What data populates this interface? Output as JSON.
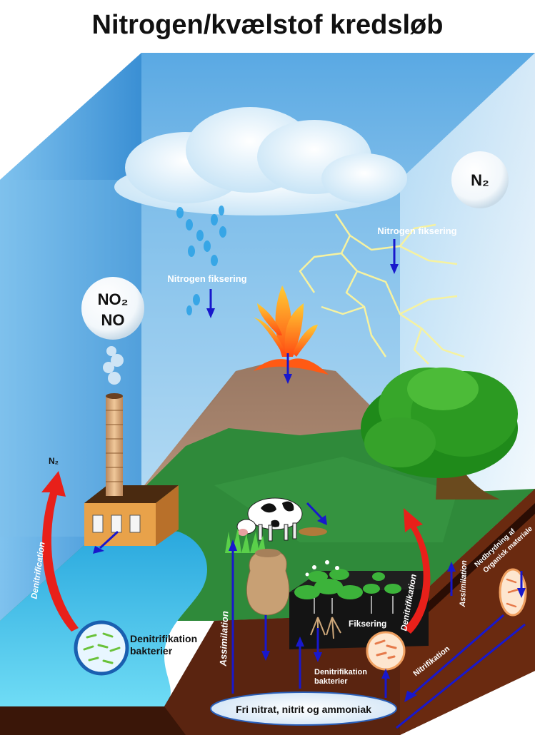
{
  "title": "Nitrogen/kvælstof kredsløb",
  "labels": {
    "n2_bubble": "N₂",
    "no2": "NO₂",
    "no": "NO",
    "fixation_rain": "Nitrogen fiksering",
    "fixation_lightning": "Nitrogen fiksering",
    "n2_left": "N₂",
    "denitrification_left": "Denitrification",
    "denitrification_bacteria_left_1": "Denitrifikation",
    "denitrification_bacteria_left_2": "bakterier",
    "assimilation_left": "Assimilation",
    "fiksering": "Fiksering",
    "denitrification_right": "Denitrifikation",
    "denitrification_bacteria_right_1": "Denitrifikation",
    "denitrification_bacteria_right_2": "bakterier",
    "assimilation_right": "Assimilation",
    "decomposition_1": "Nedbrydning af",
    "decomposition_2": "Organisk materiale",
    "nitrification": "Nitrifikation",
    "soil_pool": "Fri nitrat, nitrit og ammoniak"
  },
  "colors": {
    "sky_top": "#6fb6ea",
    "sky_bottom": "#d6ecfa",
    "grass": "#2f8a3a",
    "soil": "#3a1608",
    "water": "#1fb8e6",
    "arrow_blue": "#1818cc",
    "arrow_red": "#e8201a"
  }
}
